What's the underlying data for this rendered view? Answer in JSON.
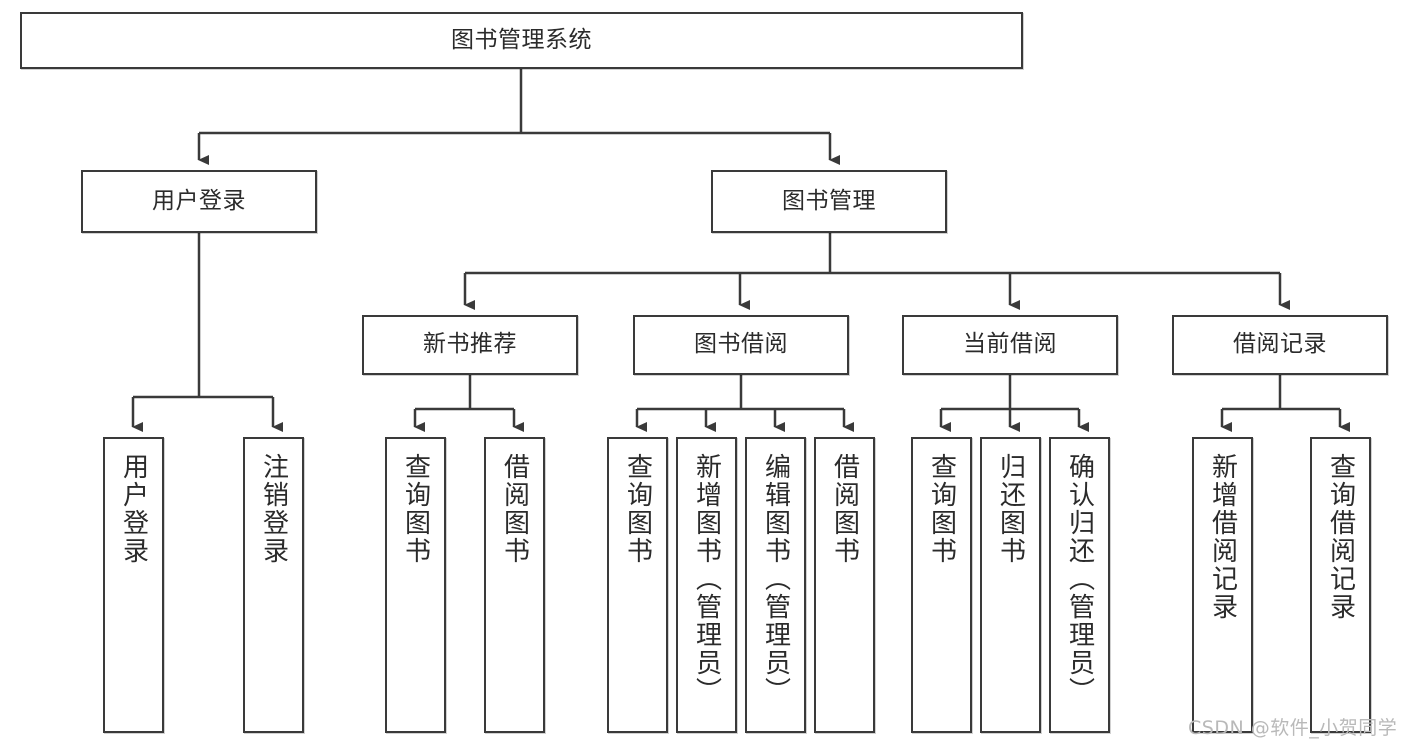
{
  "diagram": {
    "type": "hierarchy-tree",
    "title": "图书管理系统",
    "watermark": "CSDN @软件_小贺同学",
    "colors": {
      "stroke": "#3a3a3a",
      "fill": "#ffffff",
      "text": "#2b2b2b",
      "watermark": "#b9b9b9"
    },
    "nodes": {
      "root": {
        "label": "图书管理系统"
      },
      "level2": [
        {
          "label": "用户登录"
        },
        {
          "label": "图书管理"
        }
      ],
      "level3": [
        {
          "label": "新书推荐"
        },
        {
          "label": "图书借阅"
        },
        {
          "label": "当前借阅"
        },
        {
          "label": "借阅记录"
        }
      ],
      "leaves": [
        {
          "label": "用户登录"
        },
        {
          "label": "注销登录"
        },
        {
          "label": "查询图书"
        },
        {
          "label": "借阅图书"
        },
        {
          "label": "查询图书"
        },
        {
          "label": "新增图书（管理员）"
        },
        {
          "label": "编辑图书（管理员）"
        },
        {
          "label": "借阅图书"
        },
        {
          "label": "查询图书"
        },
        {
          "label": "归还图书"
        },
        {
          "label": "确认归还（管理员）"
        },
        {
          "label": "新增借阅记录"
        },
        {
          "label": "查询借阅记录"
        }
      ]
    },
    "edges": [
      {
        "from": "图书管理系统",
        "to": "用户登录"
      },
      {
        "from": "图书管理系统",
        "to": "图书管理"
      },
      {
        "from": "用户登录",
        "to": "用户登录"
      },
      {
        "from": "用户登录",
        "to": "注销登录"
      },
      {
        "from": "图书管理",
        "to": "新书推荐"
      },
      {
        "from": "图书管理",
        "to": "图书借阅"
      },
      {
        "from": "图书管理",
        "to": "当前借阅"
      },
      {
        "from": "图书管理",
        "to": "借阅记录"
      },
      {
        "from": "新书推荐",
        "to": "查询图书"
      },
      {
        "from": "新书推荐",
        "to": "借阅图书"
      },
      {
        "from": "图书借阅",
        "to": "查询图书"
      },
      {
        "from": "图书借阅",
        "to": "新增图书（管理员）"
      },
      {
        "from": "图书借阅",
        "to": "编辑图书（管理员）"
      },
      {
        "from": "图书借阅",
        "to": "借阅图书"
      },
      {
        "from": "当前借阅",
        "to": "查询图书"
      },
      {
        "from": "当前借阅",
        "to": "归还图书"
      },
      {
        "from": "当前借阅",
        "to": "确认归还（管理员）"
      },
      {
        "from": "借阅记录",
        "to": "新增借阅记录"
      },
      {
        "from": "借阅记录",
        "to": "查询借阅记录"
      }
    ]
  }
}
